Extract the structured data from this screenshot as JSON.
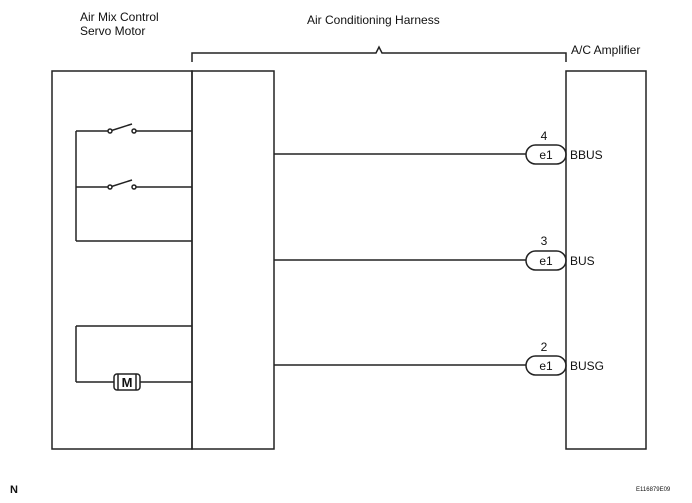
{
  "labels": {
    "servo_motor_line1": "Air Mix Control",
    "servo_motor_line2": "Servo Motor",
    "harness": "Air Conditioning Harness",
    "amplifier": "A/C Amplifier",
    "left_mark": "N",
    "figure_code": "E116879E09"
  },
  "motor_symbol": "M",
  "connections": [
    {
      "pin": "4",
      "connector": "e1",
      "signal": "BBUS"
    },
    {
      "pin": "3",
      "connector": "e1",
      "signal": "BUS"
    },
    {
      "pin": "2",
      "connector": "e1",
      "signal": "BUSG"
    }
  ],
  "colors": {
    "line": "#222222",
    "background": "#ffffff"
  }
}
